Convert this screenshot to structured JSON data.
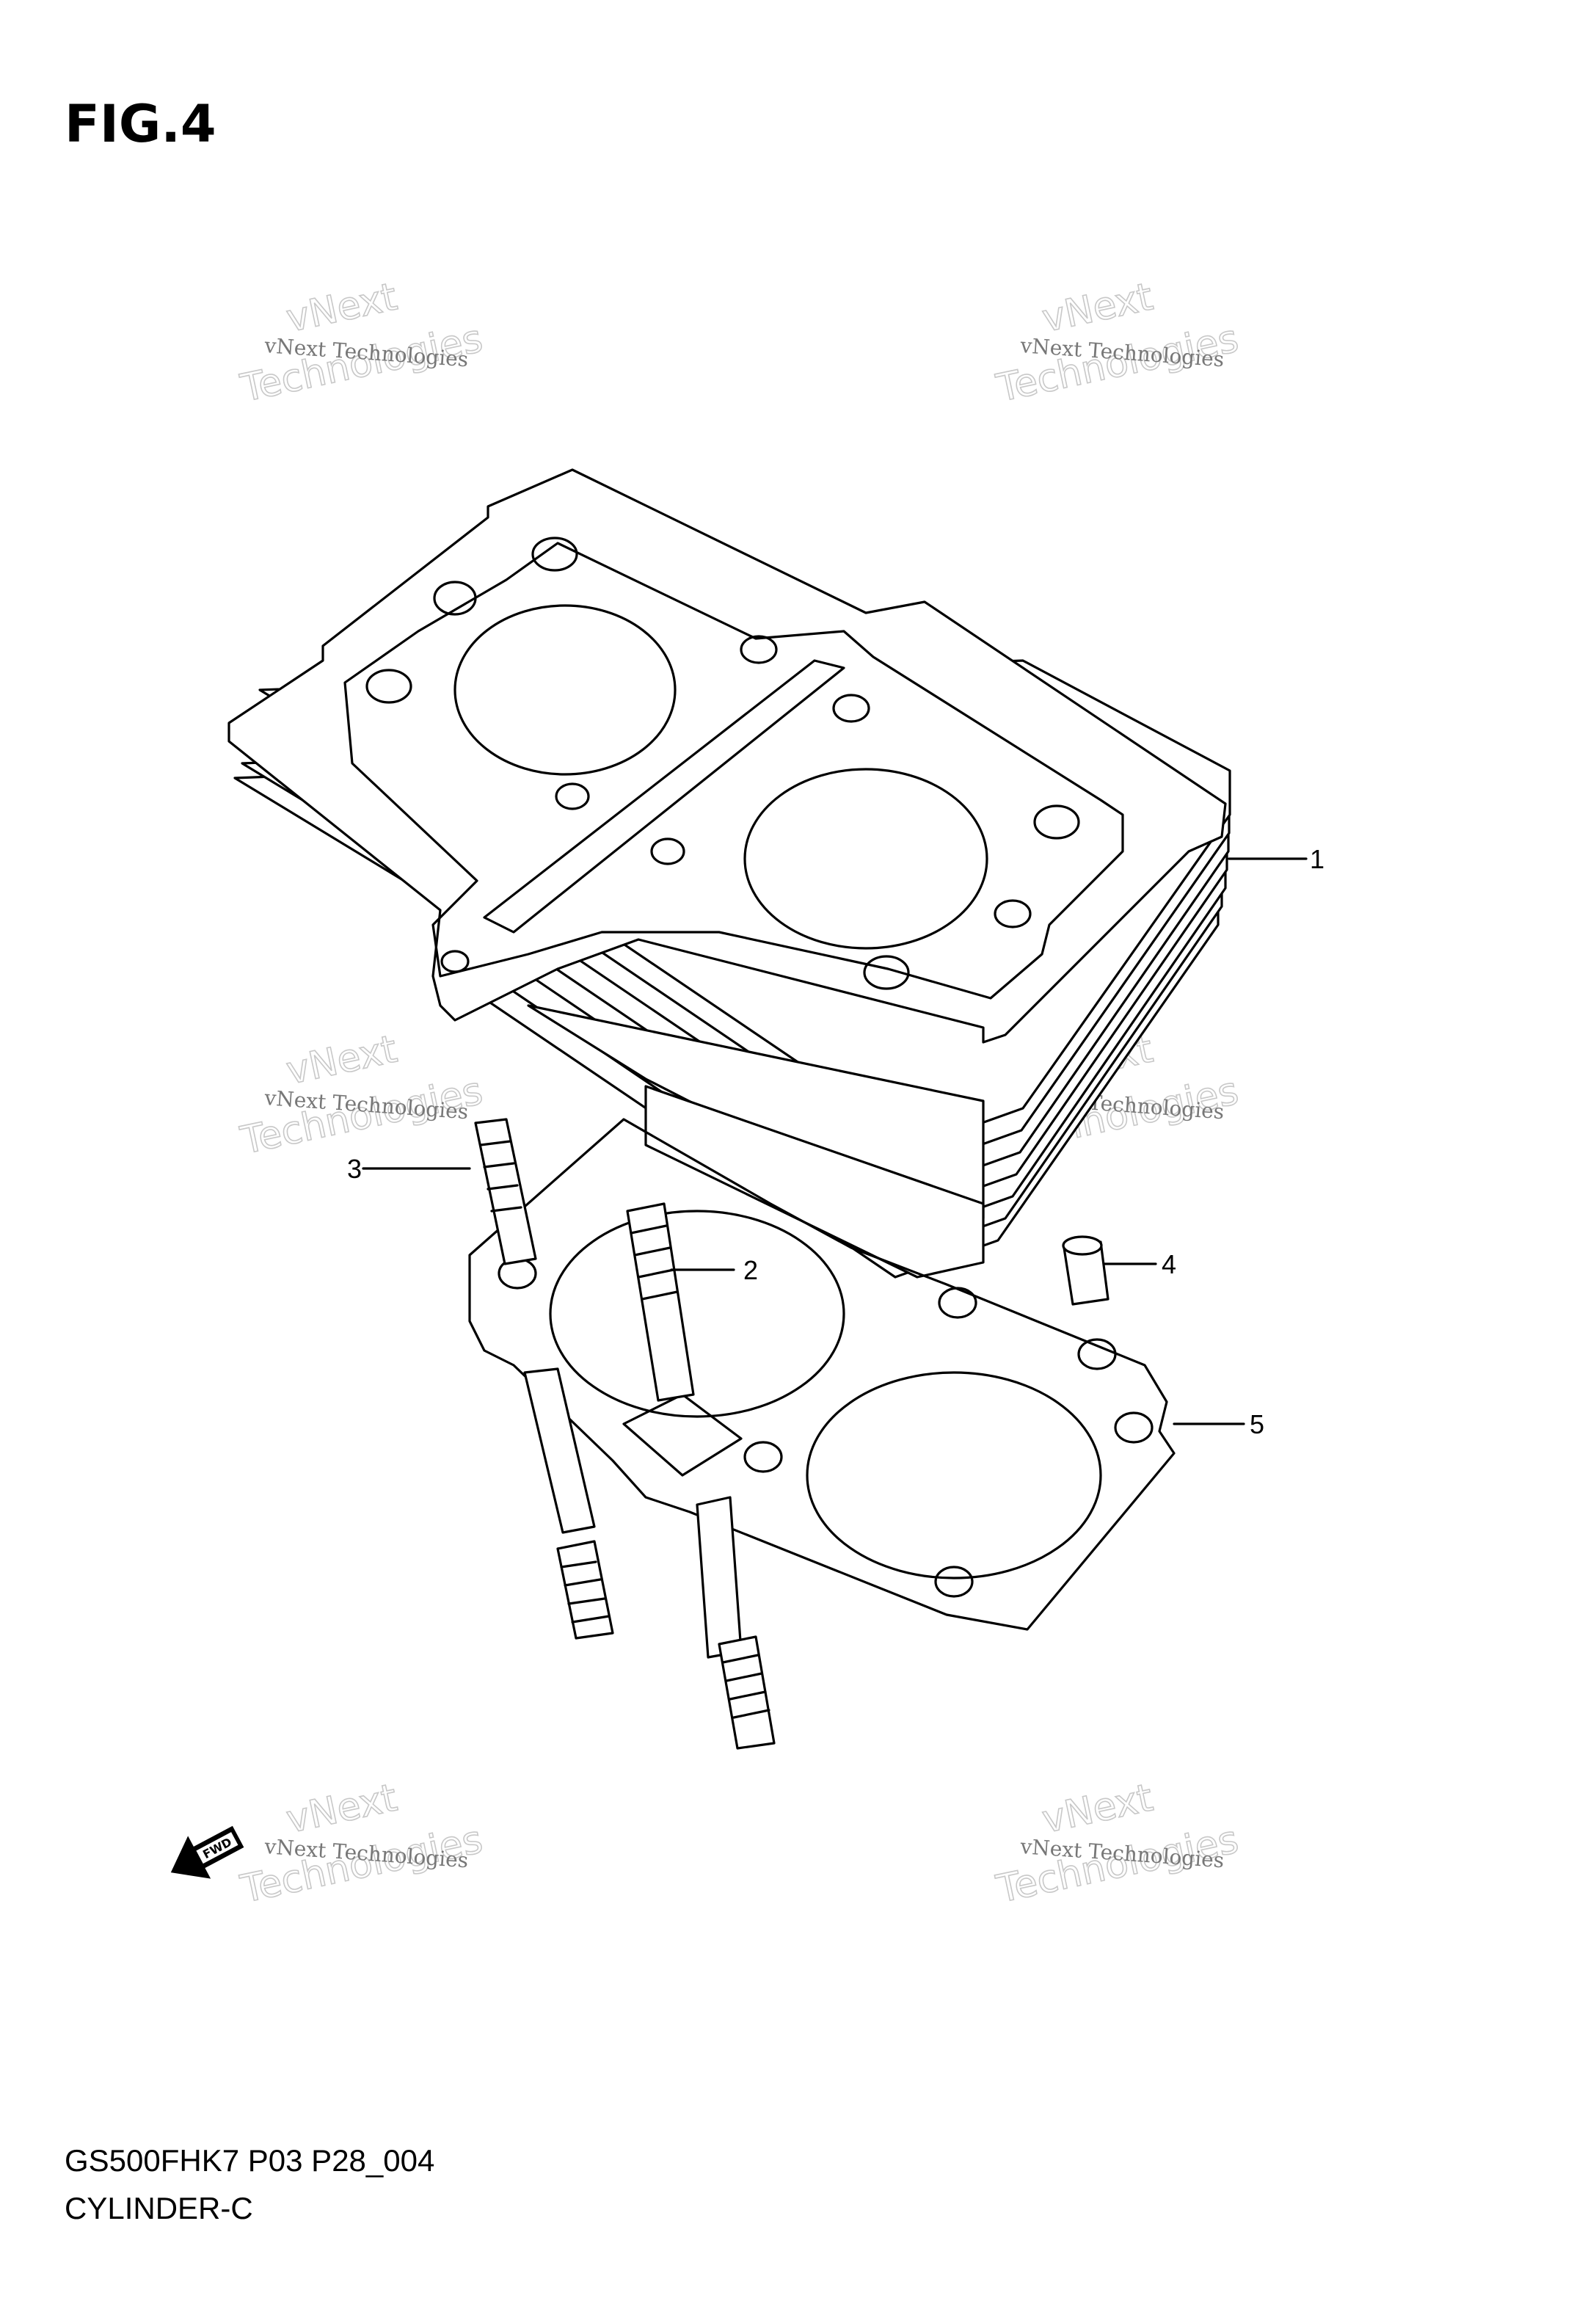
{
  "figure": {
    "title": "FIG.4",
    "model_code": "GS500FHK7 P03 P28_004",
    "section": "CYLINDER-C"
  },
  "callouts": [
    {
      "id": "1",
      "part": "cylinder"
    },
    {
      "id": "2",
      "part": "stud-long"
    },
    {
      "id": "3",
      "part": "stud-short"
    },
    {
      "id": "4",
      "part": "dowel-pin"
    },
    {
      "id": "5",
      "part": "cylinder-base-gasket"
    }
  ],
  "watermark": {
    "small_text": "vNext Technologies",
    "big_line1": "vNext",
    "big_line2": "Technologies"
  },
  "fwd_badge": "FWD",
  "colors": {
    "line": "#000000",
    "background": "#ffffff",
    "watermark": "#c8c8c8"
  }
}
